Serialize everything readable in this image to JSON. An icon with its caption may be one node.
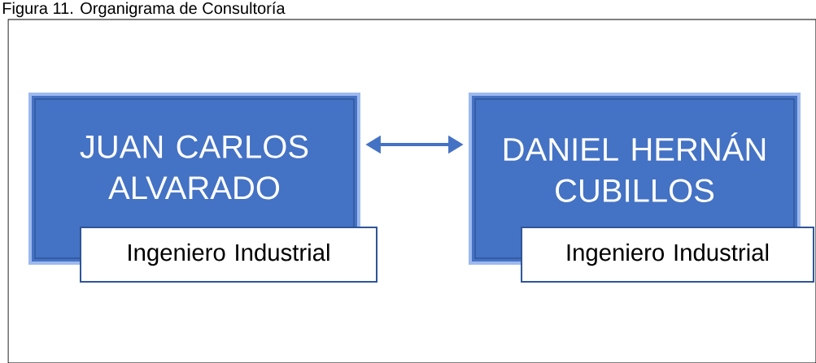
{
  "diagram": {
    "title": "Figura 11. Organigrama de Consultoría",
    "nodes": [
      {
        "text": [
          "JUAN CARLOS ALVARADO"
        ]
      },
      {
        "text": [
          "Ingeniero Industrial"
        ]
      },
      {
        "text": [
          "DANIEL HERNÁN CUBILLOS"
        ]
      },
      {
        "text": [
          "Ingeniero Industrial"
        ]
      }
    ],
    "edges": [
      {
        "from": 0,
        "to": 2,
        "arrow": "both"
      }
    ]
  }
}
